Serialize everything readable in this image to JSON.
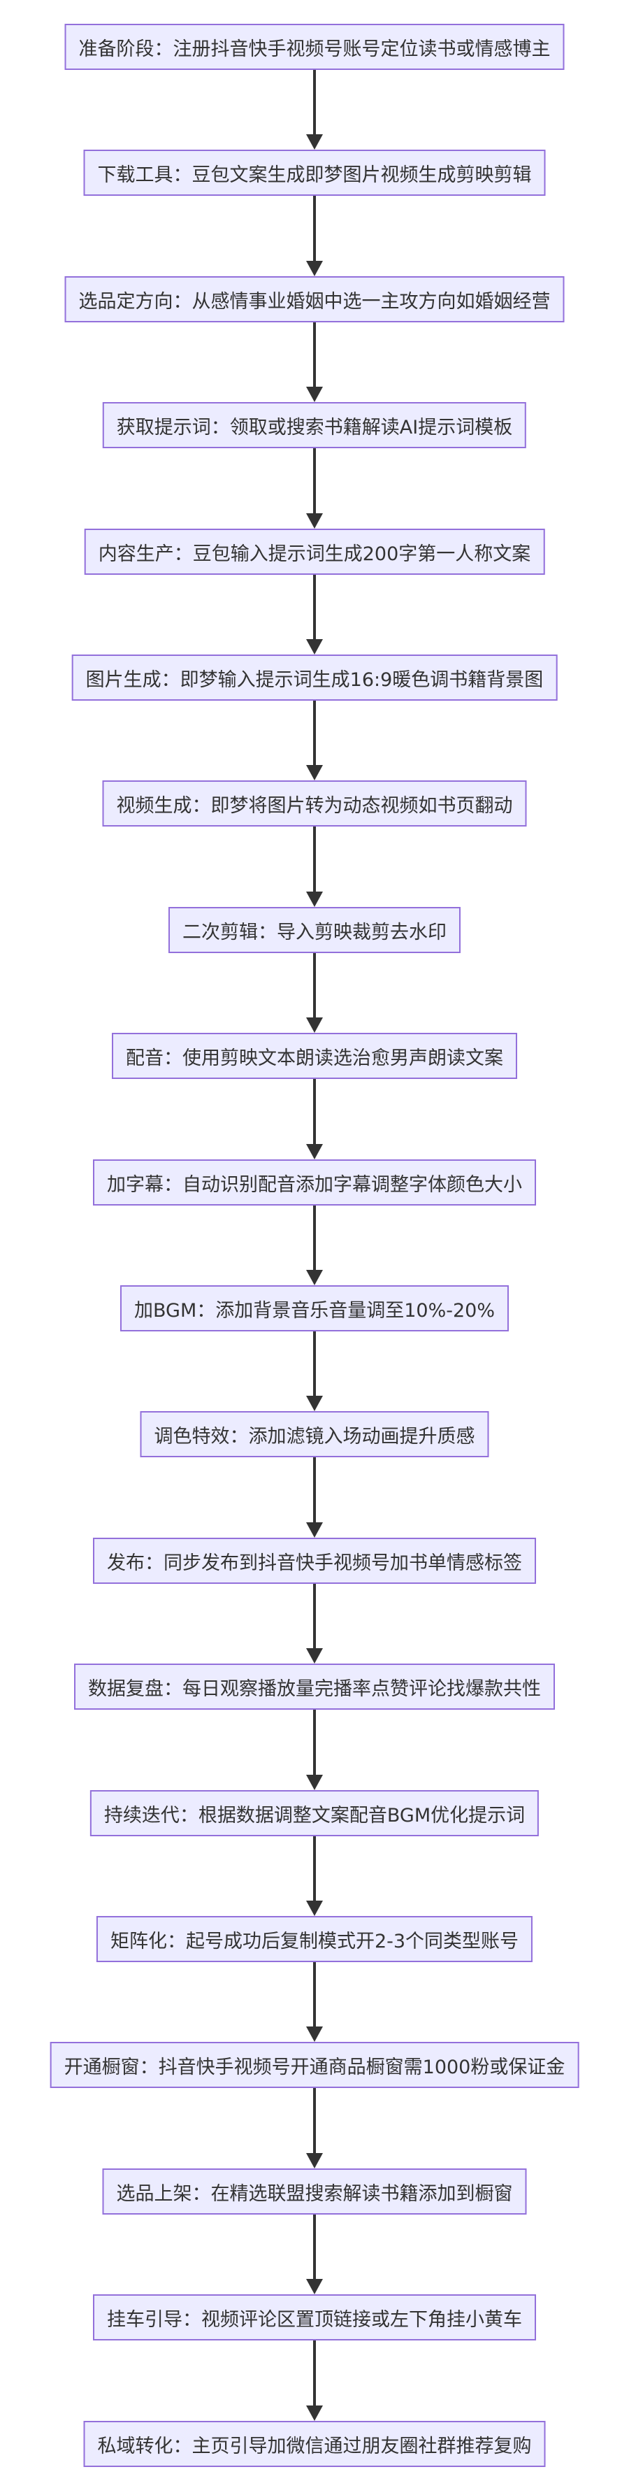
{
  "diagram": {
    "type": "flowchart",
    "direction": "top-to-bottom",
    "colors": {
      "node_fill": "#ECECFF",
      "node_border": "#9370DB",
      "text": "#333333",
      "arrow": "#333333"
    },
    "nodes": [
      {
        "id": "n1",
        "label": "准备阶段：注册抖音快手视频号账号定位读书或情感博主"
      },
      {
        "id": "n2",
        "label": "下载工具：豆包文案生成即梦图片视频生成剪映剪辑"
      },
      {
        "id": "n3",
        "label": "选品定方向：从感情事业婚姻中选一主攻方向如婚姻经营"
      },
      {
        "id": "n4",
        "label": "获取提示词：领取或搜索书籍解读AI提示词模板"
      },
      {
        "id": "n5",
        "label": "内容生产：豆包输入提示词生成200字第一人称文案"
      },
      {
        "id": "n6",
        "label": "图片生成：即梦输入提示词生成16:9暖色调书籍背景图"
      },
      {
        "id": "n7",
        "label": "视频生成：即梦将图片转为动态视频如书页翻动"
      },
      {
        "id": "n8",
        "label": "二次剪辑：导入剪映裁剪去水印"
      },
      {
        "id": "n9",
        "label": "配音：使用剪映文本朗读选治愈男声朗读文案"
      },
      {
        "id": "n10",
        "label": "加字幕：自动识别配音添加字幕调整字体颜色大小"
      },
      {
        "id": "n11",
        "label": "加BGM：添加背景音乐音量调至10%-20%"
      },
      {
        "id": "n12",
        "label": "调色特效：添加滤镜入场动画提升质感"
      },
      {
        "id": "n13",
        "label": "发布：同步发布到抖音快手视频号加书单情感标签"
      },
      {
        "id": "n14",
        "label": "数据复盘：每日观察播放量完播率点赞评论找爆款共性"
      },
      {
        "id": "n15",
        "label": "持续迭代：根据数据调整文案配音BGM优化提示词"
      },
      {
        "id": "n16",
        "label": "矩阵化：起号成功后复制模式开2-3个同类型账号"
      },
      {
        "id": "n17",
        "label": "开通橱窗：抖音快手视频号开通商品橱窗需1000粉或保证金"
      },
      {
        "id": "n18",
        "label": "选品上架：在精选联盟搜索解读书籍添加到橱窗"
      },
      {
        "id": "n19",
        "label": "挂车引导：视频评论区置顶链接或左下角挂小黄车"
      },
      {
        "id": "n20",
        "label": "私域转化：主页引导加微信通过朋友圈社群推荐复购"
      }
    ]
  }
}
